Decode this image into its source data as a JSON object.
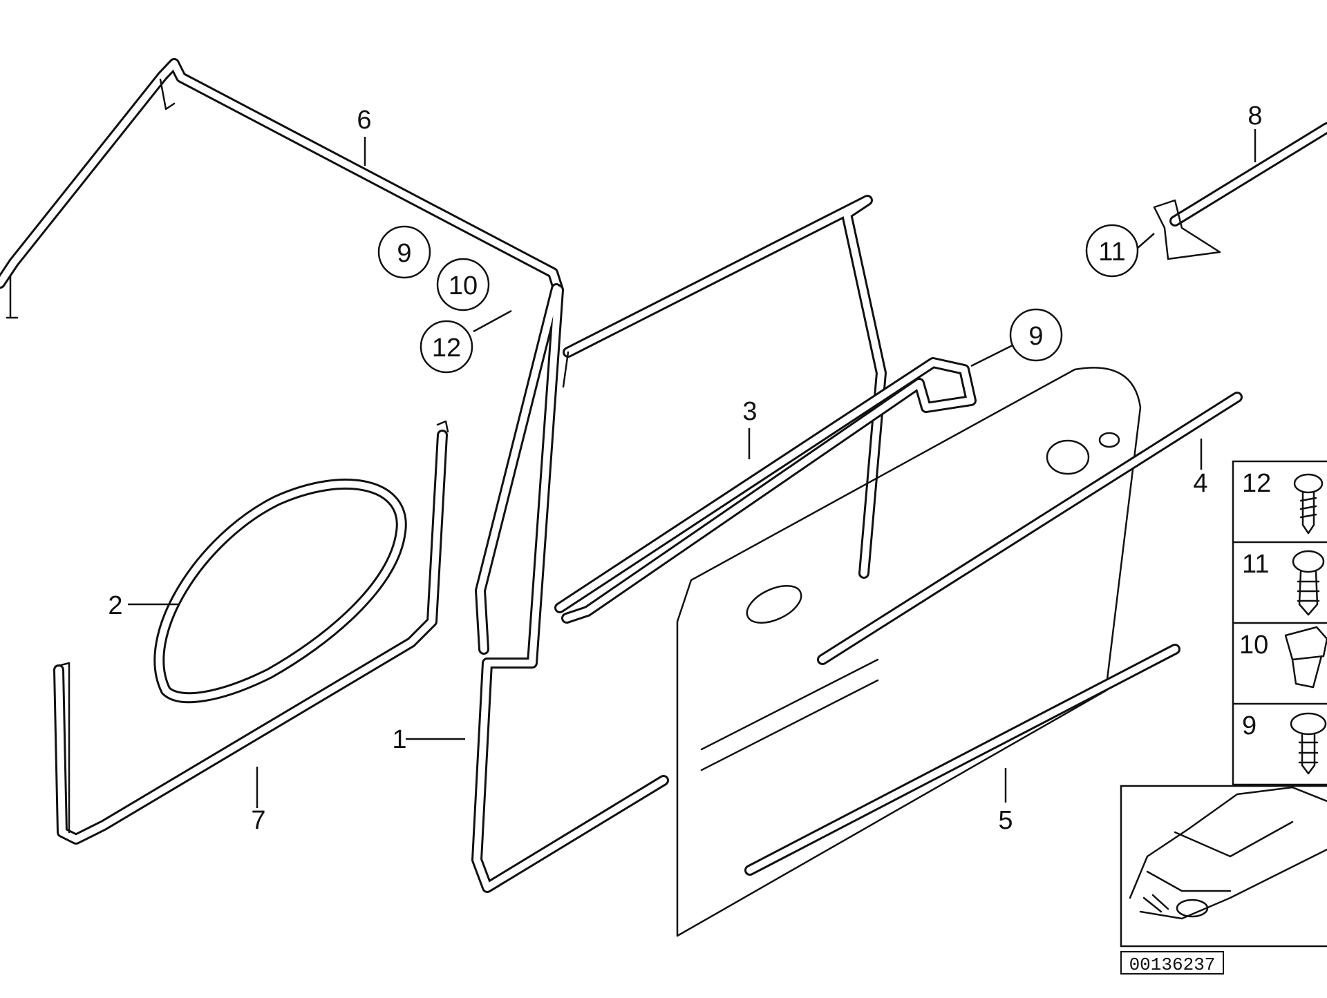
{
  "diagram": {
    "callouts": [
      "1",
      "2",
      "3",
      "4",
      "5",
      "6",
      "7",
      "8"
    ],
    "circled_callouts": [
      "9",
      "10",
      "12",
      "9",
      "11"
    ],
    "fastener_table": [
      "12",
      "11",
      "10",
      "9"
    ],
    "drawing_code": "00136237"
  }
}
